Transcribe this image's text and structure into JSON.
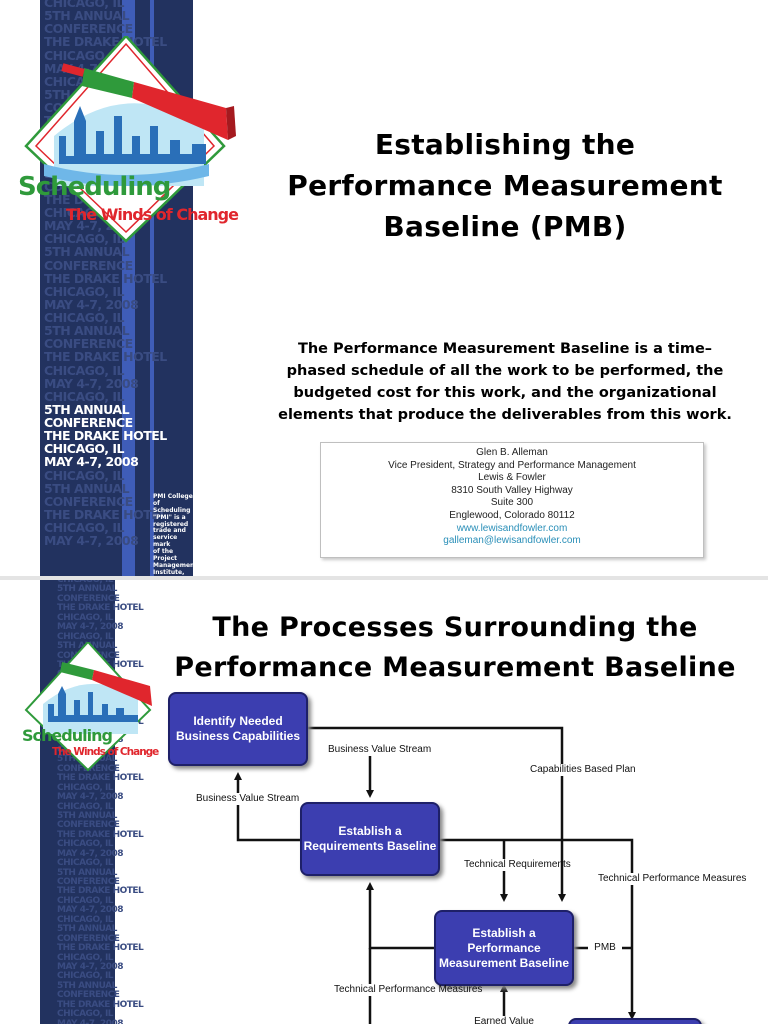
{
  "banner": {
    "repeat_lines": [
      "Chicago, IL",
      "5th Annual",
      "Conference",
      "The Drake Hotel",
      "Chicago, IL",
      "May 4-7, 2008"
    ],
    "highlight": [
      "5th Annual",
      "Conference",
      "The Drake Hotel",
      "Chicago, IL",
      "May 4-7, 2008"
    ],
    "pmi_note": [
      "PMI College",
      "of Scheduling",
      "\"PMI\" is a",
      "registered",
      "trade and",
      "service mark",
      "of the Project",
      "Management",
      "Institute, Inc."
    ]
  },
  "logo": {
    "main": "Scheduling",
    "sub": "The Winds of Change"
  },
  "slide1": {
    "title_lines": [
      "Establishing the",
      "Performance Measurement",
      "Baseline (PMB)"
    ],
    "body_lines": [
      "The Performance Measurement Baseline is a time–",
      "phased schedule of all the work to be performed, the",
      "budgeted cost for this work, and the organizational",
      "elements that produce the deliverables from this work."
    ],
    "author": {
      "name": "Glen B. Alleman",
      "role": "Vice President, Strategy and Performance Management",
      "company": "Lewis & Fowler",
      "street": "8310 South Valley Highway",
      "suite": "Suite 300",
      "city": "Englewood, Colorado 80112",
      "website": "www.lewisandfowler.com",
      "email": "galleman@lewisandfowler.com"
    }
  },
  "slide2": {
    "title_lines": [
      "The Processes Surrounding the",
      "Performance Measurement Baseline"
    ],
    "boxes": {
      "identify": "Identify Needed Business Capabilities",
      "requirements": "Establish a Requirements Baseline",
      "pmb": "Establish a Performance Measurement Baseline"
    },
    "labels": {
      "bvs1": "Business Value Stream",
      "bvs2": "Business Value Stream",
      "cbp": "Capabilities Based Plan",
      "treq": "Technical Requirements",
      "tpm1": "Technical Performance Measures",
      "tpm2": "Technical Performance Measures",
      "pmb": "PMB",
      "ev": "Earned Value"
    }
  },
  "colors": {
    "banner": "#22325f",
    "box": "#3c3eb0",
    "logo_green": "#2f9a3b",
    "logo_red": "#e0262d",
    "link": "#2a8fb8"
  }
}
